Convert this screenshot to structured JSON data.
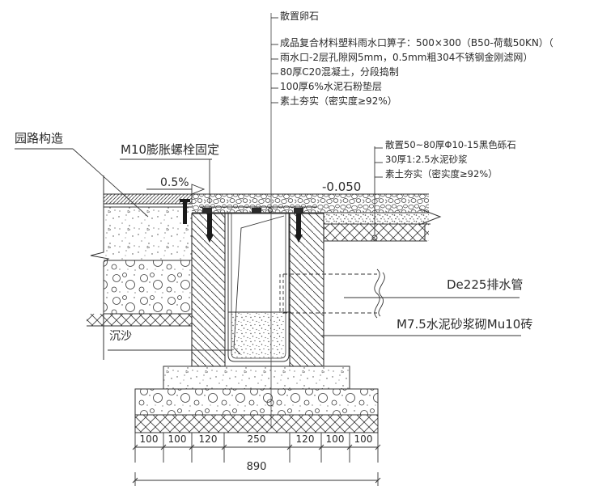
{
  "title": "雨水口做法详图 (rainwater inlet construction detail)",
  "colors": {
    "line": "#333333",
    "text": "#2b2b2b",
    "background": "#ffffff",
    "bolt_fill": "#1a1a1a"
  },
  "labels": {
    "top": [
      "散置卵石",
      "成品复合材料塑料雨水口箅子：500×300（B50-荷载50KN）（",
      "雨水口-2层孔隙网5mm，0.5mm粗304不锈钢金刚滤网）",
      "80厚C20混凝土，分段捣制",
      "100厚6%水泥石粉垫层",
      "素土夯实（密实度≥92%）"
    ],
    "right": [
      "散置50~80厚Φ10-15黑色砾石",
      "30厚1:2.5水泥砂浆",
      "素土夯实（密实度≥92%）"
    ],
    "garden_path": "园路构造",
    "anchor_bolt": "M10膨胀螺栓固定",
    "slope": "0.5%",
    "elevation": "-0.050",
    "sediment": "沉沙",
    "pipe": "De225排水管",
    "brick": "M7.5水泥砂浆砌Mu10砖"
  },
  "dimensions": {
    "segments": [
      "100",
      "100",
      "120",
      "250",
      "120",
      "100",
      "100"
    ],
    "total": "890"
  }
}
